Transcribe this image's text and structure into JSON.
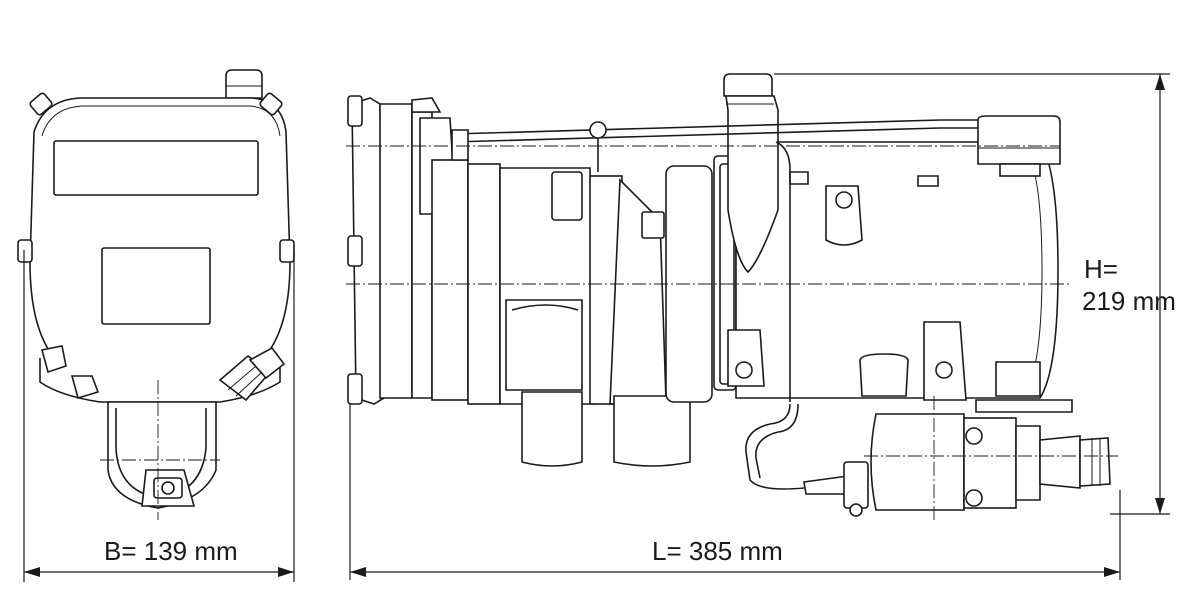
{
  "dimensions": {
    "width_label": "B= 139 mm",
    "length_label": "L= 385 mm",
    "height_label_line1": "H=",
    "height_label_line2": "219 mm"
  },
  "colors": {
    "line": "#1a1a1a",
    "background": "#ffffff"
  }
}
